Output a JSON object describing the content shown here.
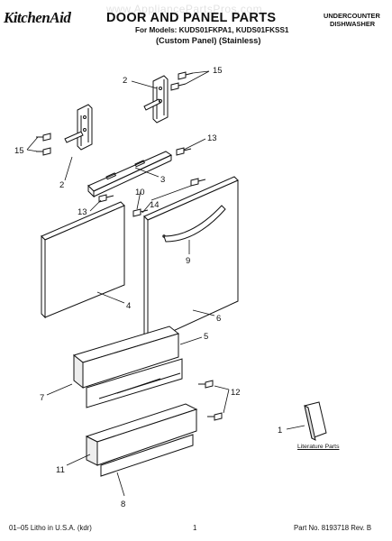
{
  "watermark": "www.AppliancePartsPros.com",
  "header": {
    "brand": "KitchenAid",
    "title": "DOOR AND PANEL PARTS",
    "models": "For Models: KUDS01FKPA1, KUDS01FKSS1",
    "variant": "(Custom Panel) (Stainless)",
    "product_line1": "UNDERCOUNTER",
    "product_line2": "DISHWASHER"
  },
  "callouts": [
    "1",
    "2",
    "2",
    "3",
    "4",
    "5",
    "6",
    "7",
    "8",
    "9",
    "10",
    "11",
    "12",
    "13",
    "13",
    "14",
    "15",
    "15"
  ],
  "literature_label": "Literature Parts",
  "footer": {
    "left": "01–05 Litho in U.S.A. (kdr)",
    "center": "1",
    "right": "Part No. 8193718 Rev. B"
  }
}
